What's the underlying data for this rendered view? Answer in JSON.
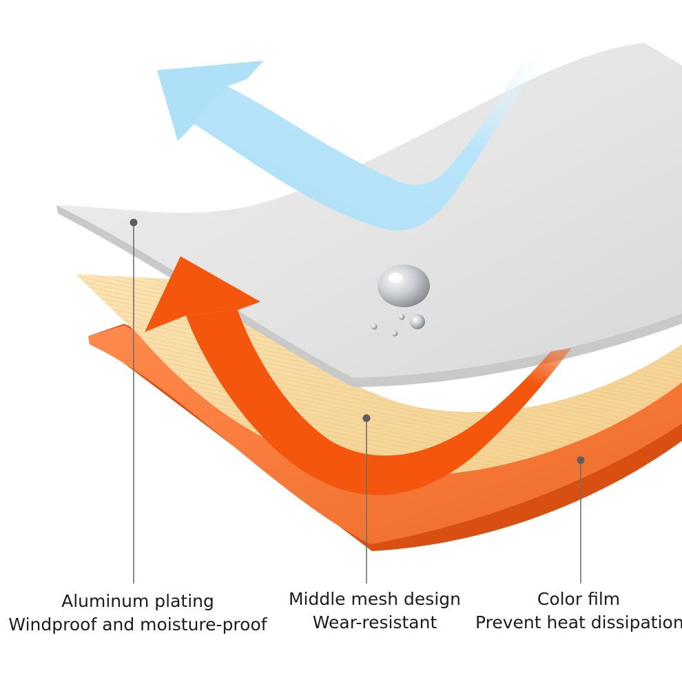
{
  "layers": [
    {
      "id": "aluminum",
      "line1": "Aluminum plating",
      "line2": "Windproof and moisture-proof",
      "color": "#dcdcdc"
    },
    {
      "id": "mesh",
      "line1": "Middle mesh design",
      "line2": "Wear-resistant",
      "color": "#f5d9a3"
    },
    {
      "id": "film",
      "line1": "Color film",
      "line2": "Prevent heat dissipation",
      "color": "#f47a35"
    }
  ],
  "arrows": {
    "outgoing_color": "#aee0f8",
    "heat_color": "#f4560e"
  },
  "leader_color": "#6e6e6e"
}
